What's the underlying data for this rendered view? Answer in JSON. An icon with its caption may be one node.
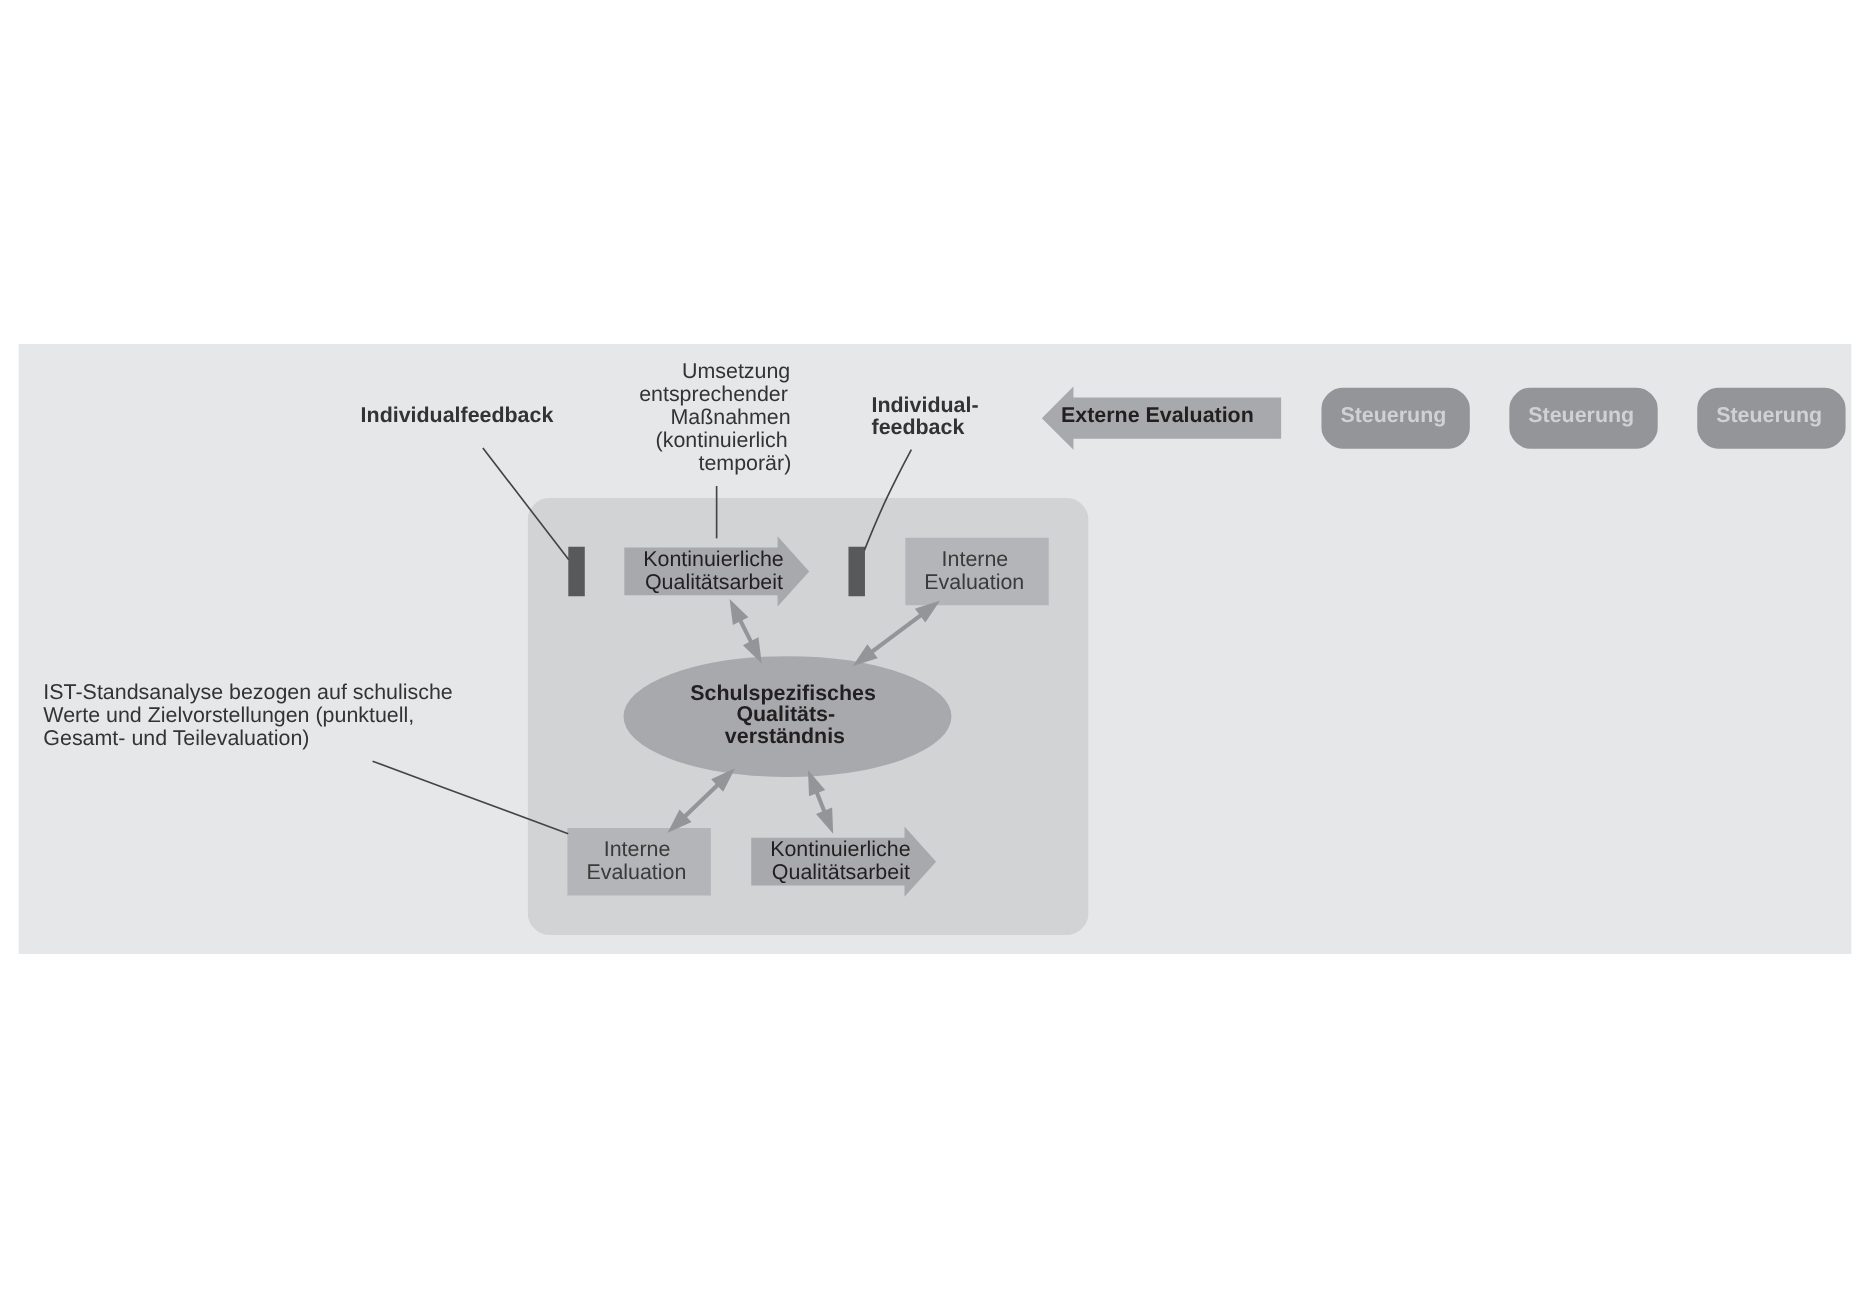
{
  "diagram": {
    "nodes": [
      {
        "text": [],
        "shape": "ellipse"
      },
      {
        "text": [
          "Individualfeedback"
        ]
      },
      {
        "text": [
          "Externe Evaluation"
        ]
      },
      {
        "text": [
          "Steuerung"
        ]
      },
      {
        "text": [
          "Interne Evaluation"
        ],
        "in": 0
      },
      {
        "text": [],
        "shape": "bar",
        "in": 0
      },
      {
        "text": [
          "Umsetzung entsprechender Maßnahmen (kontinuierlich temporär)"
        ]
      },
      {
        "text": [
          "Kontinuierliche Qualitätsarbeit"
        ],
        "in": 0
      },
      {
        "text": [
          "Schulspezifisches Qualitäts- verständnis"
        ],
        "in": 0
      },
      {
        "text": [
          "Kontinuierliche Qualitätsarbeit"
        ],
        "in": 0
      },
      {
        "text": [
          "Steuerung"
        ]
      },
      {
        "text": [],
        "shape": "bar",
        "in": 0
      },
      {
        "text": [
          "Individual- feedback"
        ]
      },
      {
        "text": [
          "Interne Evaluation"
        ],
        "in": 0
      },
      {
        "text": [
          "Steuerung"
        ]
      },
      {
        "text": [
          "IST-Standsanalyse bezogen auf schulische Werte und Zielvorstellungen (punktuell, Gesamt- und Teilevaluation)"
        ]
      }
    ],
    "edges": [
      {
        "from": 1,
        "to": 5,
        "arrow": "none"
      },
      {
        "from": 4,
        "to": 8,
        "arrow": "both"
      },
      {
        "from": 6,
        "to": 7,
        "arrow": "none"
      },
      {
        "from": 7,
        "to": 8,
        "arrow": "both"
      },
      {
        "from": 8,
        "to": 9,
        "arrow": "both"
      },
      {
        "from": 8,
        "to": 13,
        "arrow": "both"
      },
      {
        "from": 12,
        "to": 11,
        "arrow": "none"
      },
      {
        "from": 15,
        "to": 13,
        "arrow": "none"
      }
    ]
  }
}
